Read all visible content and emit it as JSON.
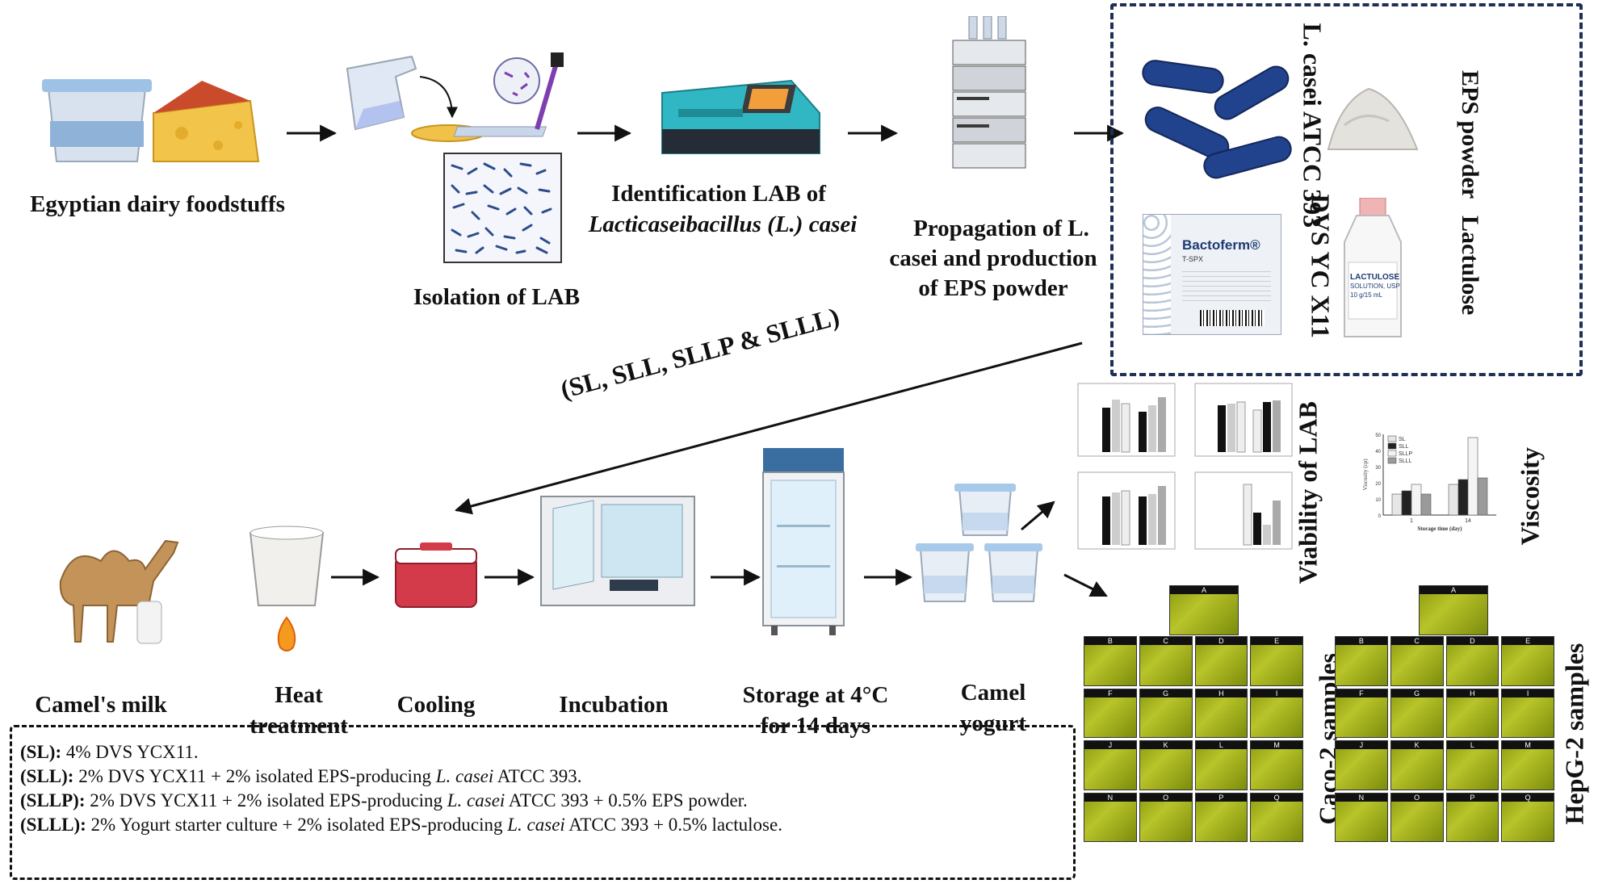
{
  "steps": {
    "dairy": "Egyptian dairy foodstuffs",
    "isolation": "Isolation of LAB",
    "identification_line1": "Identification LAB of",
    "identification_line2": "Lacticaseibacillus (L.) casei",
    "propagation_line1": "Propagation of L.",
    "propagation_line2": "casei and production",
    "propagation_line3": "of EPS powder",
    "camel_milk": "Camel's milk",
    "heat_line1": "Heat",
    "heat_line2": "treatment",
    "cooling": "Cooling",
    "incubation": "Incubation",
    "storage_line1": "Storage at 4°C",
    "storage_line2": "for 14 days",
    "yogurt_line1": "Camel",
    "yogurt_line2": "yogurt"
  },
  "box": {
    "casei_label": "L. casei ATCC 393",
    "eps_label": "EPS powder",
    "dvs_label": "DVS YC X11",
    "lactulose_label": "Lactulose",
    "packet_brand": "Bactoferm®",
    "packet_code": "T-SPX",
    "bottle_text1": "LACTULOSE",
    "bottle_text2": "SOLUTION, USP",
    "bottle_text3": "10 g/15 mL"
  },
  "treatments_arrow": "(SL, SLL, SLLP & SLLL)",
  "results": {
    "viability": "Viability of LAB",
    "viscosity": "Viscosity",
    "caco2": "Caco-2 samples",
    "hepg2": "HepG-2 samples"
  },
  "micro_letters": [
    "B",
    "C",
    "D",
    "E",
    "F",
    "G",
    "H",
    "I",
    "J",
    "K",
    "L",
    "M",
    "N",
    "O",
    "P",
    "Q"
  ],
  "micro_top": "A",
  "legend": [
    {
      "code": "(SL):",
      "text": " 4% DVS YCX11."
    },
    {
      "code": "(SLL):",
      "text_a": " 2% DVS YCX11 + 2% isolated EPS-producing ",
      "italic": "L. casei",
      "text_b": " ATCC 393."
    },
    {
      "code": "(SLLP):",
      "text_a": " 2% DVS YCX11 + 2% isolated EPS-producing ",
      "italic": "L. casei",
      "text_b": " ATCC 393 + 0.5% EPS powder."
    },
    {
      "code": "(SLLL):",
      "text_a": " 2% Yogurt starter culture + 2% isolated EPS-producing ",
      "italic": "L. casei",
      "text_b": " ATCC 393 + 0.5% lactulose."
    }
  ],
  "chart_data": [
    {
      "type": "bar",
      "categories": [
        "1",
        "14"
      ],
      "series": [
        {
          "name": "SL",
          "values": [
            13,
            19
          ]
        },
        {
          "name": "SLL",
          "values": [
            15,
            22
          ]
        },
        {
          "name": "SLLP",
          "values": [
            19,
            48
          ]
        },
        {
          "name": "SLLL",
          "values": [
            13,
            23
          ]
        }
      ],
      "title": "",
      "xlabel": "Storage time (day)",
      "ylabel": "Viscosity (cp)",
      "ylim": [
        0,
        50
      ]
    }
  ],
  "colors": {
    "bar_sl": "#e6e6e6",
    "bar_sll": "#222222",
    "bar_sllp": "#f4f4f4",
    "bar_slll": "#9a9a9a",
    "micro_green": "#a9b520",
    "dashed_border": "#1f2f55"
  }
}
